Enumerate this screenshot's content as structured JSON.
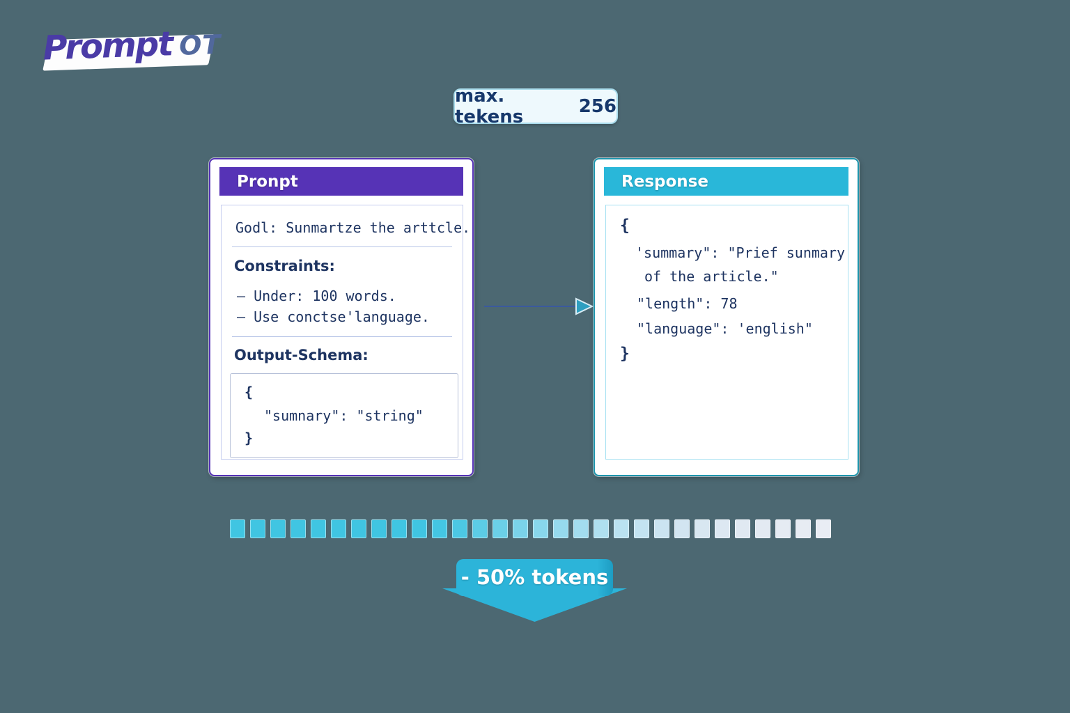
{
  "logo": {
    "primary": "Prompt",
    "secondary": "OT"
  },
  "badge": {
    "label": "max. tekens",
    "value": "256"
  },
  "prompt_card": {
    "title": "Pronpt",
    "goal": "Godl: Sunmartze the arttcle.",
    "constraints_heading": "Constraints:",
    "constraint_1": "– Under: 100 words.",
    "constraint_2": "– Use conctse'language.",
    "schema_heading": "Output-Schema:",
    "schema_open": "{",
    "schema_field": "\"sumnary\": \"string\"",
    "schema_close": "}"
  },
  "response_card": {
    "title": "Response",
    "line_open": "{",
    "line_summary_1": "'summary\": \"Prief sunmary",
    "line_summary_2": "of the article.\"",
    "line_length": "\"length\": 78",
    "line_language": "\"language\": 'english\"",
    "line_close": "}"
  },
  "icons": {
    "connector": "right-arrow",
    "reduction": "down-arrow"
  },
  "tokens": {
    "count": 30,
    "colors": [
      "#40c5e2",
      "#40c5e2",
      "#40c5e2",
      "#40c5e2",
      "#40c5e2",
      "#40c5e2",
      "#40c5e2",
      "#40c5e2",
      "#40c5e2",
      "#40c5e2",
      "#44c6e3",
      "#4cc8e4",
      "#5ccce6",
      "#6bd0e8",
      "#7ad3ea",
      "#88d7ec",
      "#96daee",
      "#a3ddef",
      "#afe0f0",
      "#bae2f1",
      "#c3e3f1",
      "#cbe4f1",
      "#d2e5f1",
      "#d8e7f1",
      "#dde8f2",
      "#e0e9f2",
      "#e3eaf2",
      "#e5ebf3",
      "#e7ecf3",
      "#e9edf4"
    ]
  },
  "reduction": {
    "label": "- 50% tokens"
  },
  "colors": {
    "background": "#4c6872",
    "prompt_accent": "#5633b6",
    "response_accent": "#29b7d9",
    "response_border": "#1f96ad",
    "code_text": "#1e3461",
    "badge_bg": "#eef9fd",
    "badge_border": "#a9dcec",
    "arrow_line": "#3b5a9e",
    "arrowhead_fill": "#2e9fc0",
    "down_arrow": "#2cb4d9"
  }
}
